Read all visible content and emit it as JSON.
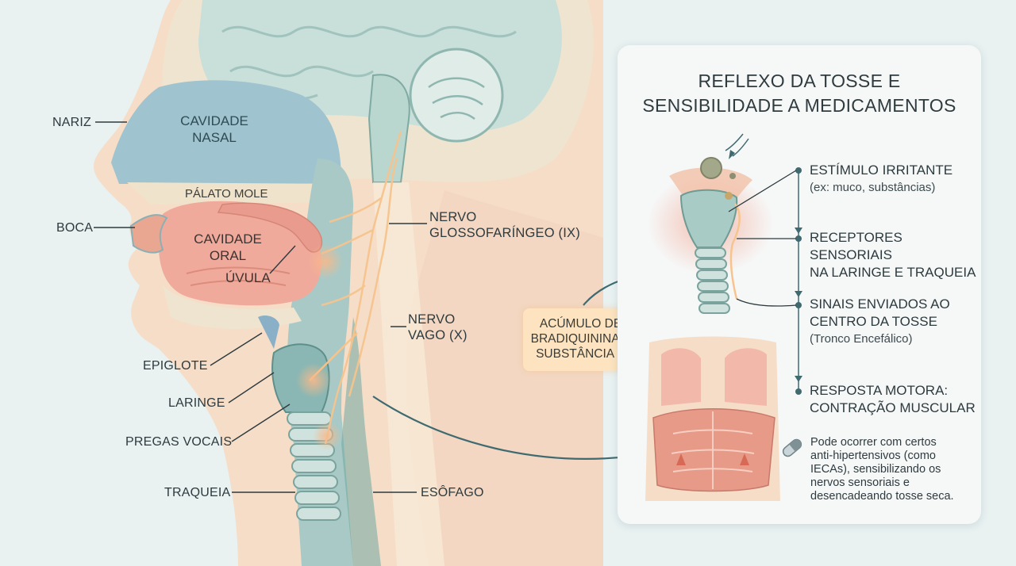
{
  "anatomy_labels": {
    "nariz": "NARIZ",
    "boca": "BOCA",
    "epiglote": "EPIGLOTE",
    "laringe": "LARINGE",
    "pregas_vocais": "PREGAS VOCAIS",
    "traqueia": "TRAQUEIA",
    "esofago": "ESÔFAGO",
    "cavidade_nasal": "CAVIDADE\nNASAL",
    "palato_mole": "PÁLATO MOLE",
    "cavidade_oral": "CAVIDADE\nORAL",
    "uvula": "ÚVULA",
    "nervo_ix": "NERVO\nGLOSSOFARÍNGEO (IX)",
    "nervo_x": "NERVO\nVAGO (X)"
  },
  "callout": "ACÚMULO DE\nBRADIQUININA E\nSUBSTÂNCIA P",
  "panel": {
    "title": "REFLEXO DA TOSSE E\nSENSIBILIDADE A MEDICAMENTOS",
    "steps": [
      {
        "title": "ESTÍMULO IRRITANTE",
        "sub": "(ex: muco, substâncias)"
      },
      {
        "title": "RECEPTORES SENSORIAIS\nNA LARINGE E TRAQUEIA",
        "sub": ""
      },
      {
        "title": "SINAIS ENVIADOS AO\nCENTRO DA TOSSE",
        "sub": "(Tronco Encefálico)"
      },
      {
        "title": "RESPOSTA MOTORA:\nCONTRAÇÃO MUSCULAR",
        "sub": ""
      }
    ],
    "note": "Pode ocorrer com certos\nanti-hipertensivos (como\nIECAs), sensibilizando os\nnervos sensoriais e\ndesencadeando tosse seca."
  },
  "icons": {
    "note_icon": "pill-capsule-icon",
    "irritant_icon": "irritant-particle-icon"
  },
  "colors": {
    "background": "#e9f1f1",
    "skin": "#f6ddc8",
    "nasal_cavity": "#9fc3cf",
    "oral_cavity": "#f0aa9c",
    "airway": "#a9c9c6",
    "nerve": "#f7c48d",
    "brain": "#c9dfd9",
    "callout": "#fde3bf",
    "accent_dark": "#3f6a70"
  }
}
